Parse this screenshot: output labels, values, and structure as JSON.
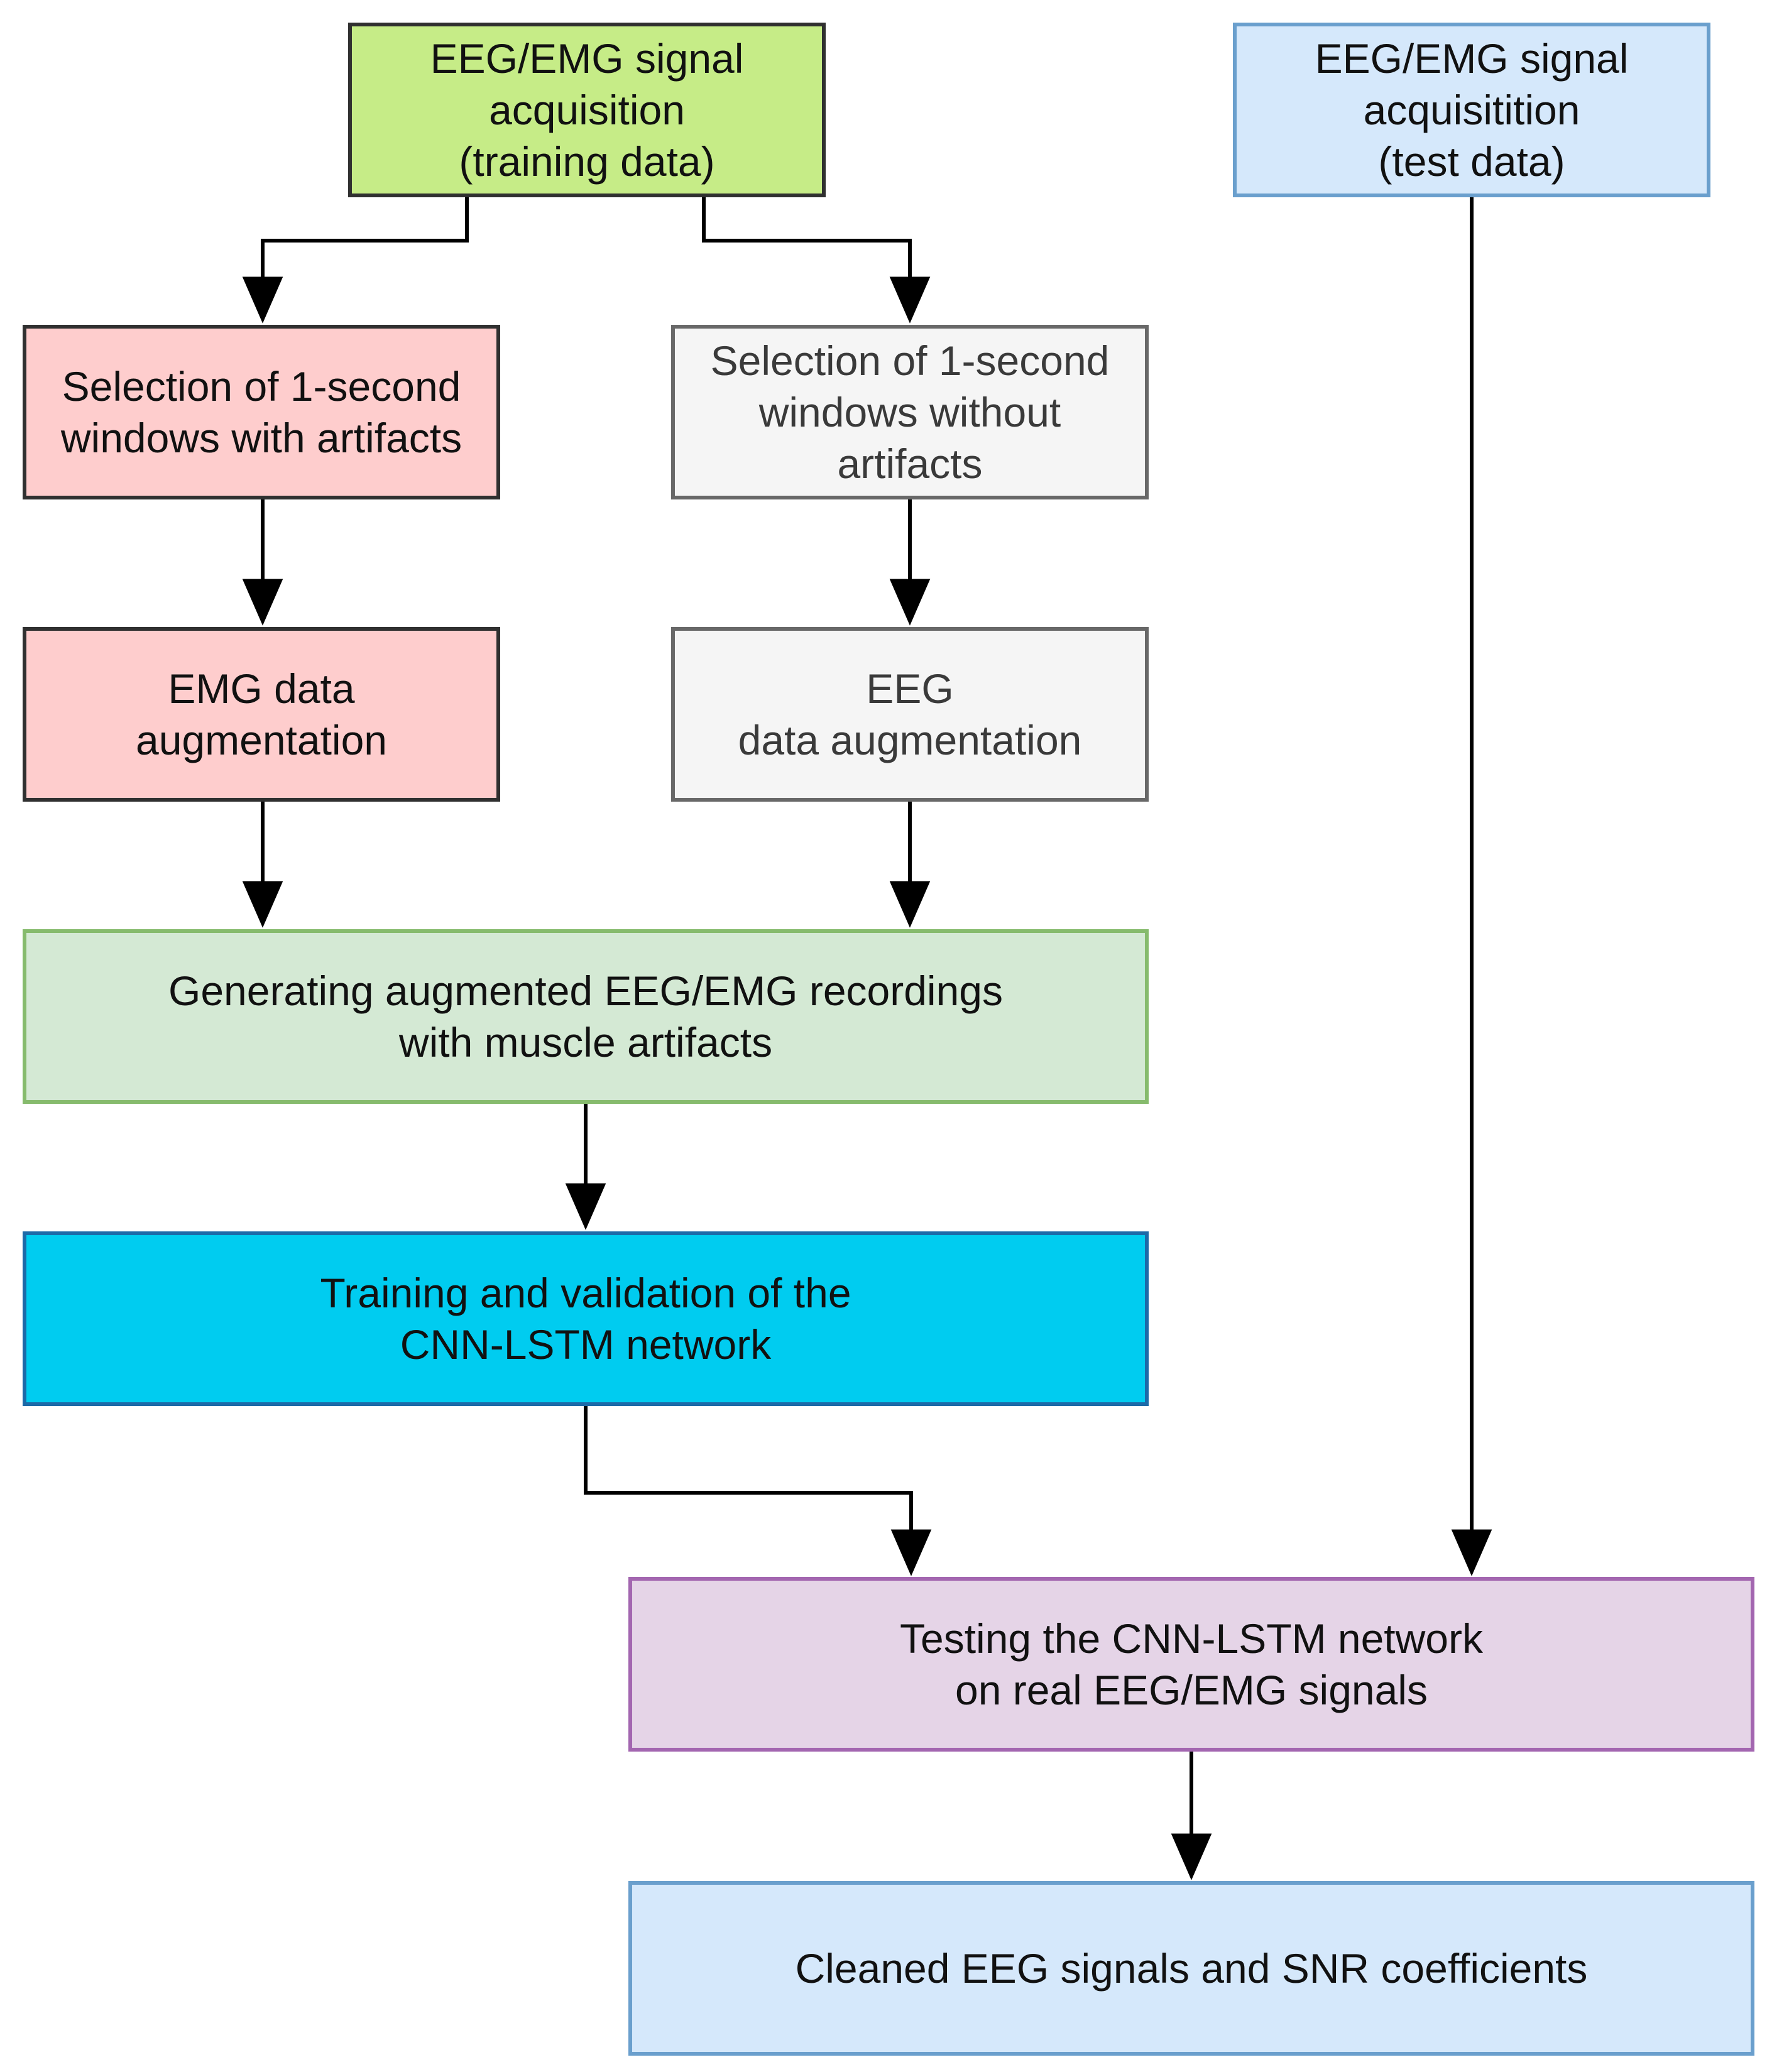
{
  "colors": {
    "green_fill": "#c6ec87",
    "green_border": "#303030",
    "blue_fill": "#d5e8fb",
    "blue_border": "#6a9fcd",
    "pink_fill": "#fecdcd",
    "pink_border": "#303030",
    "gray_fill": "#f5f5f5",
    "gray_border": "#686868",
    "gray_text": "#3a3a3a",
    "light_green_fill": "#d4e9d4",
    "light_green_border": "#86bb6d",
    "cyan_fill": "#00ccf0",
    "cyan_border": "#1c6aa8",
    "purple_fill": "#e5d4e7",
    "purple_border": "#a366b0",
    "arrow": "#000000"
  },
  "nodes": {
    "acq_train": "EEG/EMG signal\nacquisition\n(training data)",
    "acq_test": "EEG/EMG signal\nacquisitition\n(test data)",
    "sel_artifacts": "Selection of 1-second\nwindows with artifacts",
    "sel_clean": "Selection of 1-second\nwindows without\nartifacts",
    "emg_aug": "EMG data\naugmentation",
    "eeg_aug": "EEG\ndata augmentation",
    "generate": "Generating augmented EEG/EMG recordings\nwith muscle artifacts",
    "train": "Training and validation of the\nCNN-LSTM network",
    "test": "Testing the CNN-LSTM network\non real EEG/EMG signals",
    "result": "Cleaned EEG signals and SNR coefficients"
  }
}
